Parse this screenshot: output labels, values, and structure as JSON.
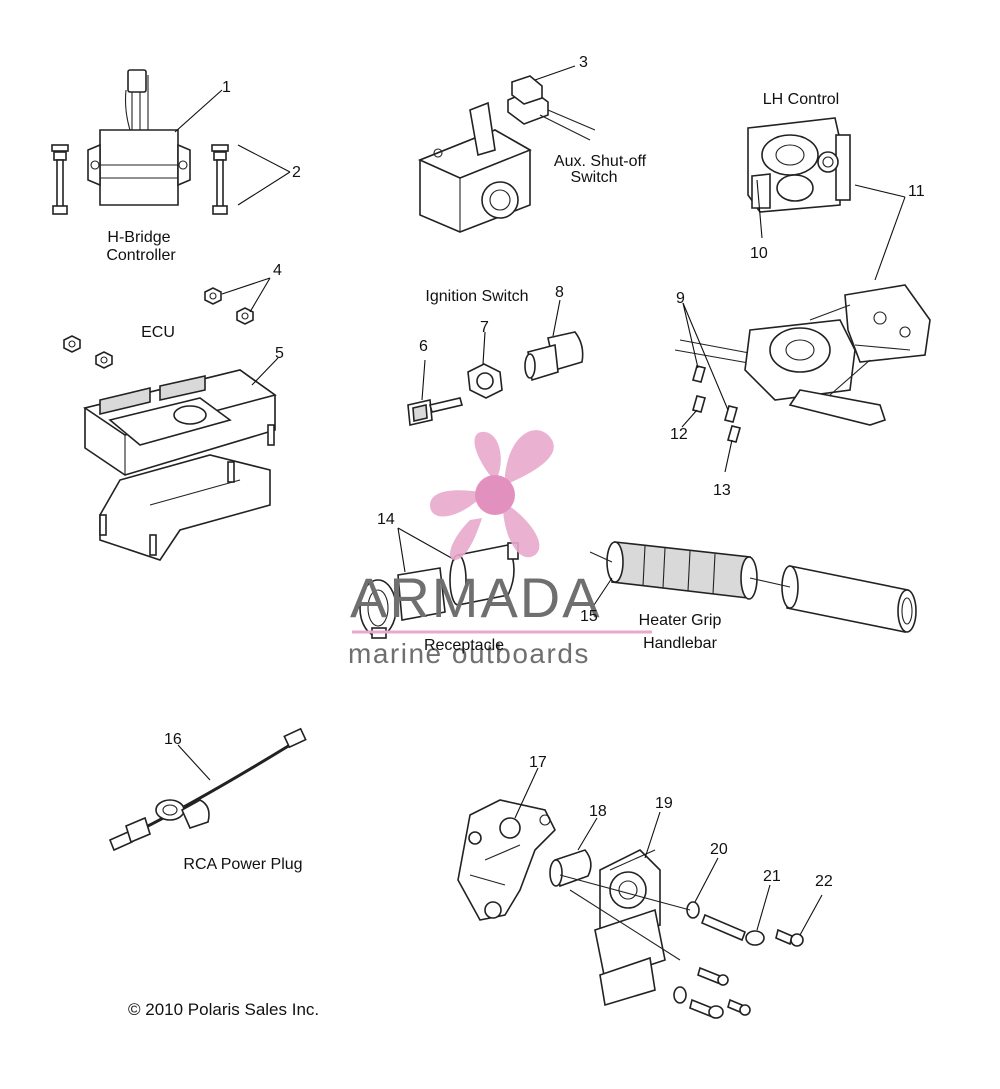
{
  "labels": {
    "h_bridge_line1": "H-Bridge",
    "h_bridge_line2": "Controller",
    "ecu": "ECU",
    "aux_line1": "Aux. Shut-off",
    "aux_line2": "Switch",
    "lh_control": "LH Control",
    "ignition_switch": "Ignition Switch",
    "receptacle": "Receptacle",
    "heater_grip_line1": "Heater Grip",
    "heater_grip_line2": "Handlebar",
    "rca_power_plug": "RCA Power Plug",
    "copyright": "© 2010 Polaris Sales Inc."
  },
  "callouts": {
    "c1": "1",
    "c2": "2",
    "c3": "3",
    "c4": "4",
    "c5": "5",
    "c6": "6",
    "c7": "7",
    "c8": "8",
    "c9": "9",
    "c10": "10",
    "c11": "11",
    "c12": "12",
    "c13": "13",
    "c14": "14",
    "c15": "15",
    "c16": "16",
    "c17": "17",
    "c18": "18",
    "c19": "19",
    "c20": "20",
    "c21": "21",
    "c22": "22"
  },
  "watermark": {
    "brand": "ARMADA",
    "tagline": "marine outboards",
    "color_pink": "#e8a9cc",
    "color_text": "#6f6f6f"
  }
}
